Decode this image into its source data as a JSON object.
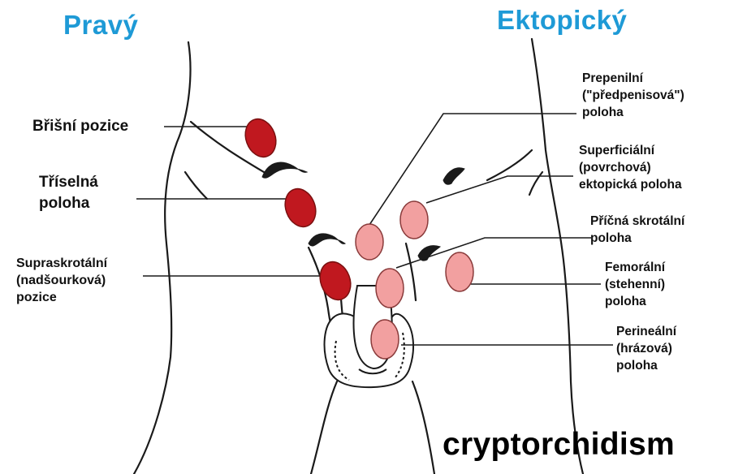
{
  "headings": {
    "left": "Pravý",
    "right": "Ektopický"
  },
  "left_labels": {
    "abdominal": [
      "Břišní pozice"
    ],
    "inguinal": [
      "Tříselná",
      "poloha"
    ],
    "suprascrotal": [
      "Supraskrotální",
      "(nadšourková)",
      "pozice"
    ]
  },
  "right_labels": {
    "prepenile": [
      "Prepenilní",
      "(\"předpenisová\")",
      "poloha"
    ],
    "superficial": [
      "Superficiální",
      "(povrchová)",
      "ektopická poloha"
    ],
    "transverse": [
      "Příčná skrotální",
      "poloha"
    ],
    "femoral": [
      "Femorální",
      "(stehenní)",
      "poloha"
    ],
    "perineal": [
      "Perineální",
      "(hrázová)",
      "poloha"
    ]
  },
  "footer": "cryptorchidism",
  "colors": {
    "heading": "#1e9ad6",
    "true_testis": "#c0181f",
    "ectopic_testis": "#f2a0a0",
    "outline": "#1a1a1a"
  }
}
